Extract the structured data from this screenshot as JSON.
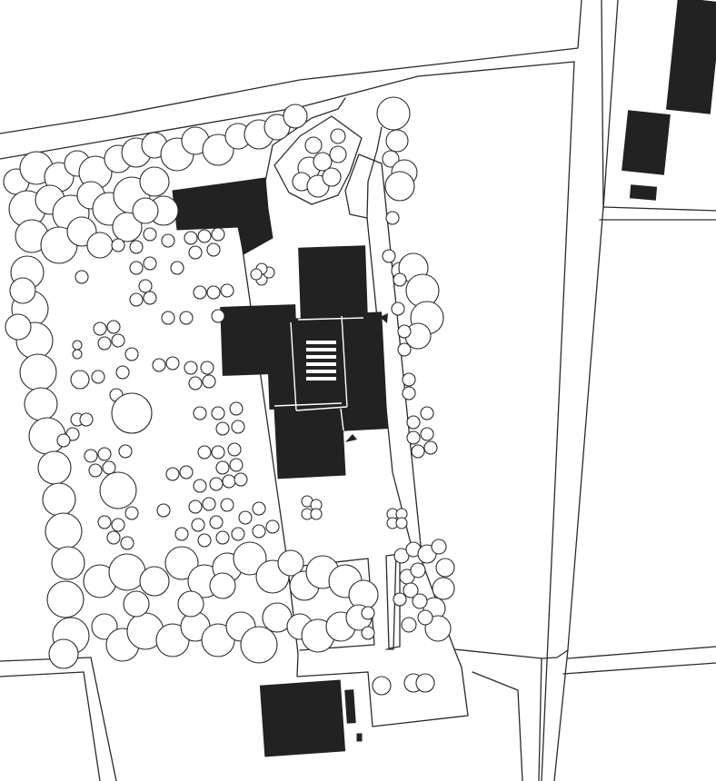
{
  "drawing": {
    "kind": "site-plan",
    "background_color": "#ffffff",
    "line_color": "#2a2a2a",
    "building_fill_color": "#222222",
    "labels": []
  },
  "layers": {
    "roads": "road-edges",
    "buildings": "building-footprints",
    "vegetation": "tree-canopies",
    "markers": "entrance-markers"
  }
}
